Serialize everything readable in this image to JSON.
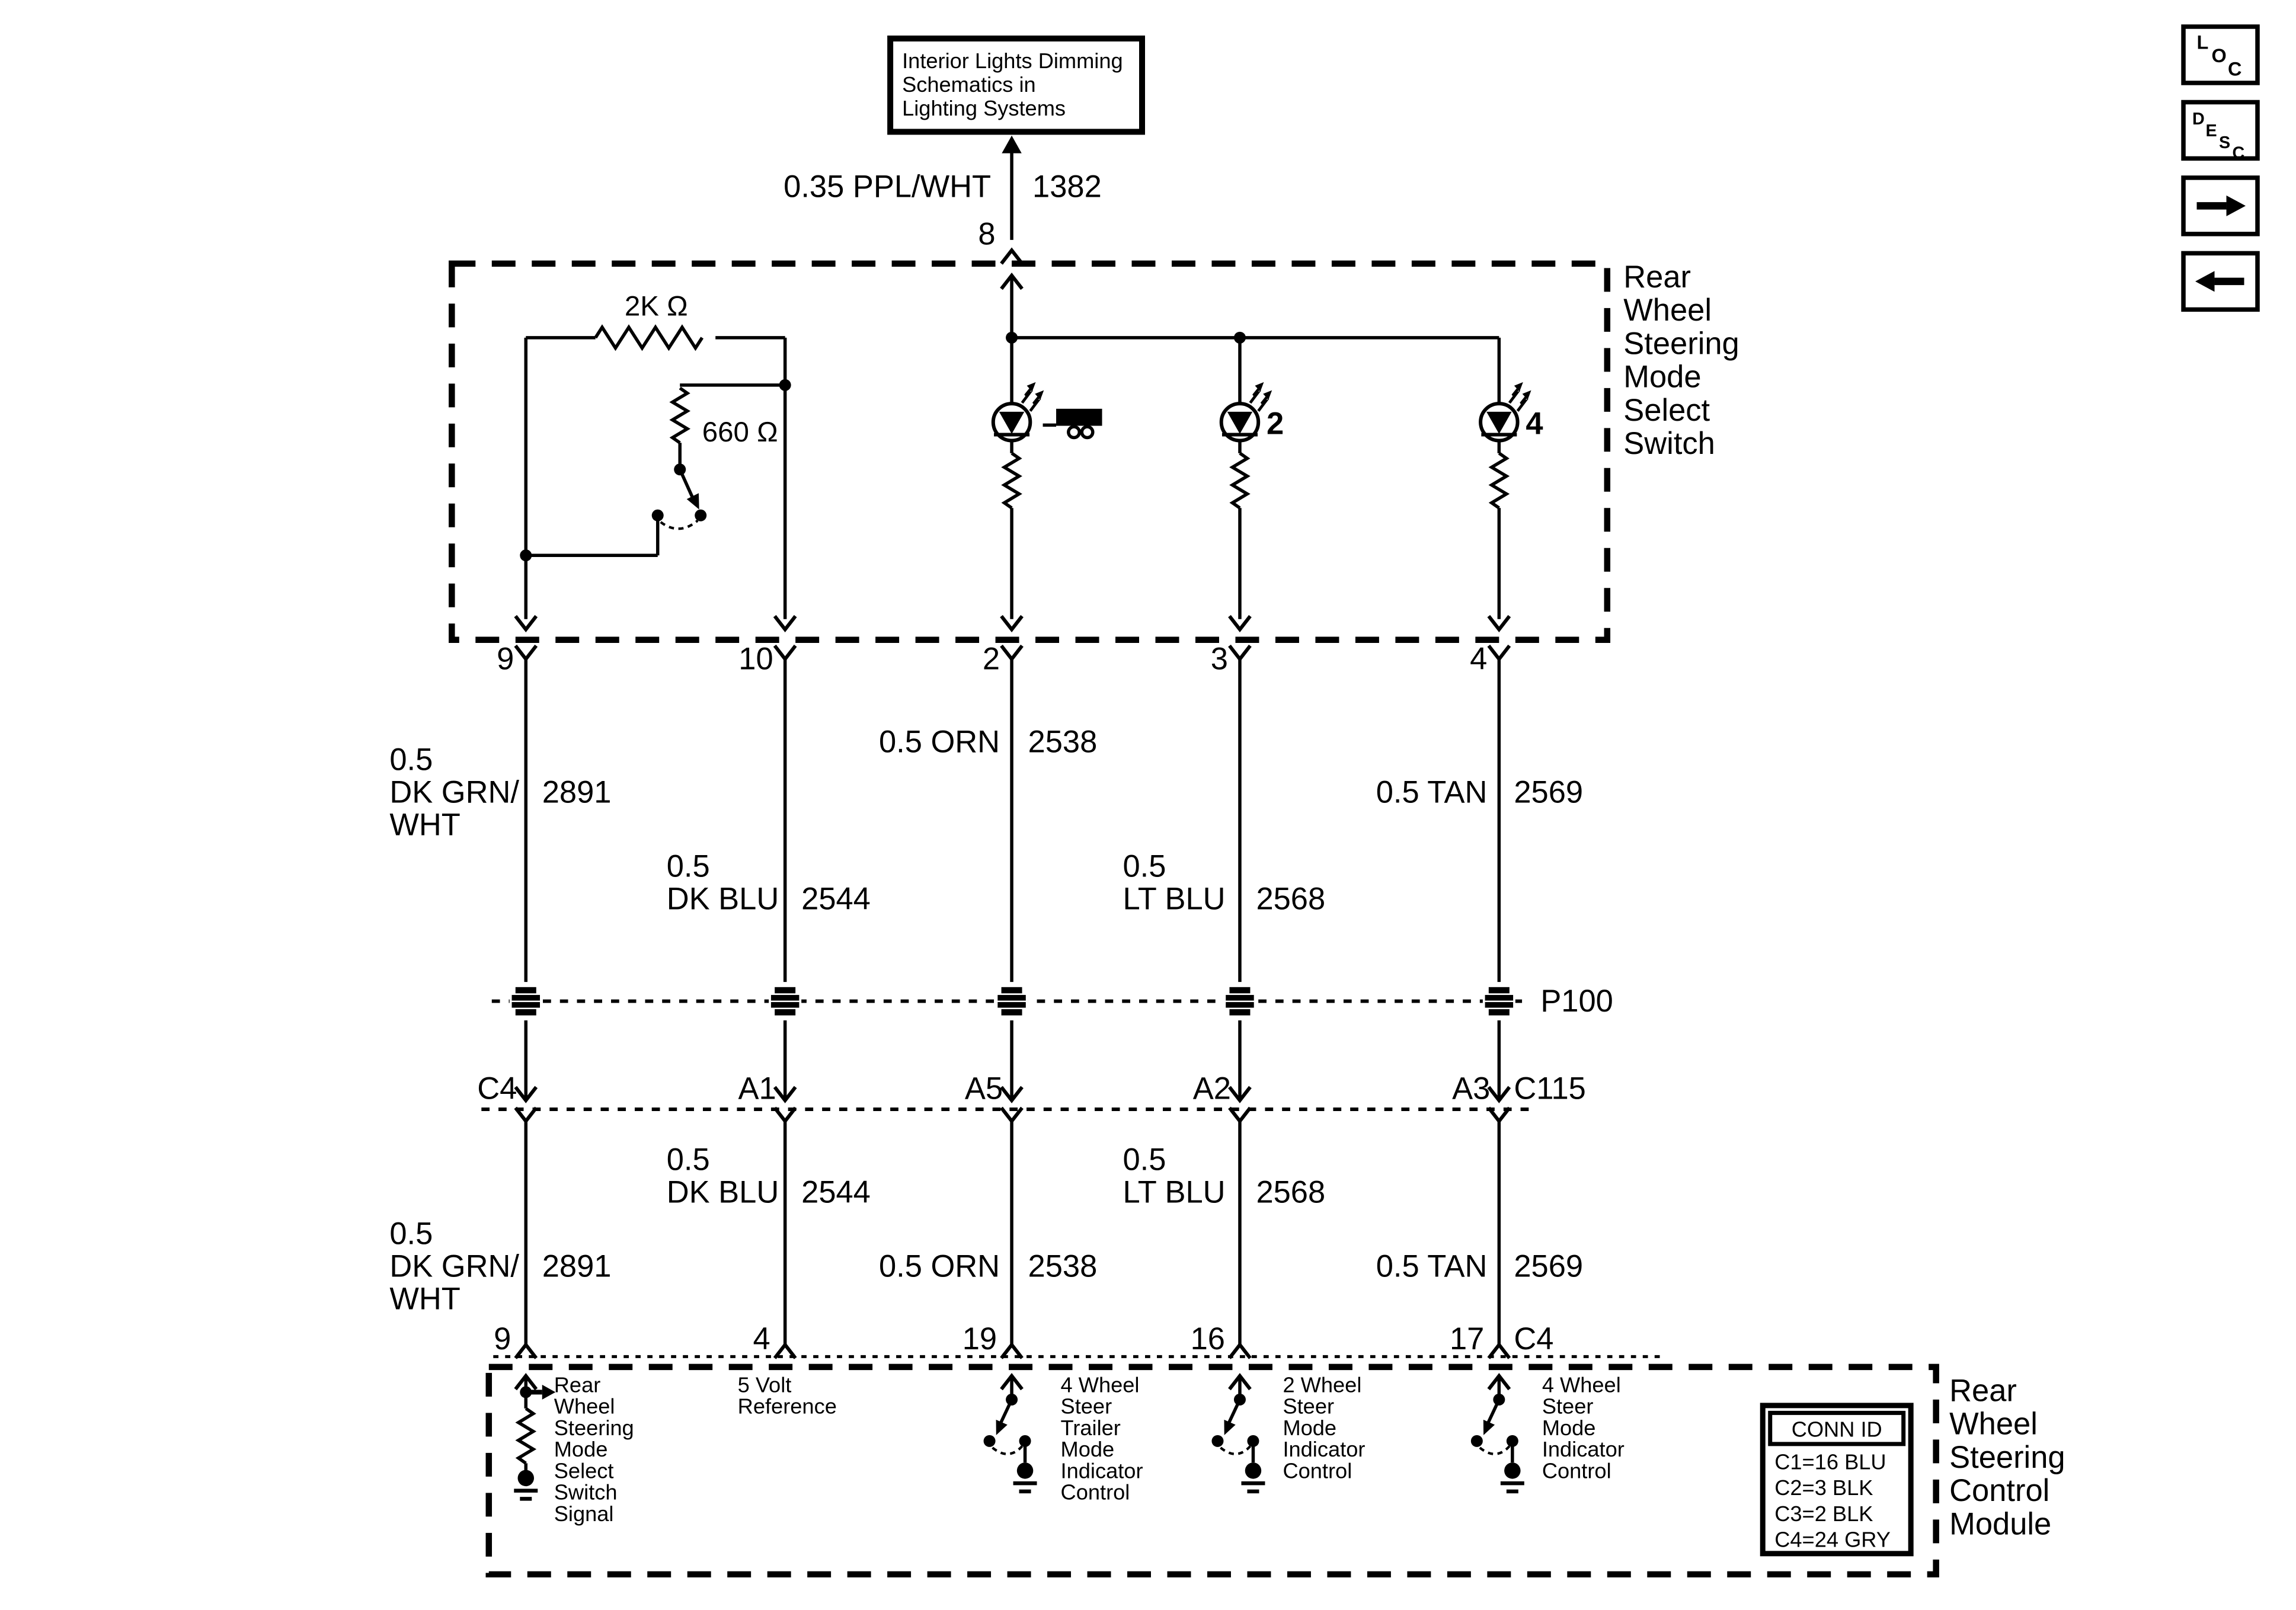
{
  "colors": {
    "ink": "#000000",
    "paper": "#ffffff"
  },
  "reference_box": {
    "lines": [
      "Interior Lights Dimming",
      "Schematics in",
      "Lighting Systems"
    ]
  },
  "feed": {
    "size_color": "0.35 PPL/WHT",
    "circuit": "1382",
    "pin": "8"
  },
  "nav": {
    "loc": [
      "L",
      "O",
      "C"
    ],
    "desc": [
      "D",
      "E",
      "S",
      "C"
    ]
  },
  "switch_box": {
    "title": [
      "Rear",
      "Wheel",
      "Steering",
      "Mode",
      "Select",
      "Switch"
    ],
    "r2k": "2K Ω",
    "r660": "660 Ω",
    "led2": "2",
    "led4": "4",
    "pins": [
      "9",
      "10",
      "2",
      "3",
      "4"
    ]
  },
  "rows": {
    "p100": "P100",
    "c115": "C115",
    "c115_pins": [
      "C4",
      "A1",
      "A5",
      "A2",
      "A3"
    ],
    "module_pins": [
      "9",
      "4",
      "19",
      "16",
      "17"
    ],
    "module_conn": "C4"
  },
  "wires_upper": [
    {
      "l1": "0.5",
      "l2": "DK GRN/",
      "l3": "WHT",
      "circuit": "2891"
    },
    {
      "l1": "0.5",
      "l2": "DK BLU",
      "circuit": "2544"
    },
    {
      "l1": "0.5 ORN",
      "circuit": "2538"
    },
    {
      "l1": "0.5",
      "l2": "LT BLU",
      "circuit": "2568"
    },
    {
      "l1": "0.5 TAN",
      "circuit": "2569"
    }
  ],
  "wires_lower": [
    {
      "l1": "0.5",
      "l2": "DK GRN/",
      "l3": "WHT",
      "circuit": "2891"
    },
    {
      "l1": "0.5",
      "l2": "DK BLU",
      "circuit": "2544"
    },
    {
      "l1": "0.5 ORN",
      "circuit": "2538"
    },
    {
      "l1": "0.5",
      "l2": "LT BLU",
      "circuit": "2568"
    },
    {
      "l1": "0.5 TAN",
      "circuit": "2569"
    }
  ],
  "module": {
    "title": [
      "Rear",
      "Wheel",
      "Steering",
      "Control",
      "Module"
    ],
    "fn": [
      {
        "lines": [
          "Rear",
          "Wheel",
          "Steering",
          "Mode",
          "Select",
          "Switch",
          "Signal"
        ]
      },
      {
        "lines": [
          "5 Volt",
          "Reference"
        ]
      },
      {
        "lines": [
          "4 Wheel",
          "Steer",
          "Trailer",
          "Mode",
          "Indicator",
          "Control"
        ]
      },
      {
        "lines": [
          "2 Wheel",
          "Steer",
          "Mode",
          "Indicator",
          "Control"
        ]
      },
      {
        "lines": [
          "4 Wheel",
          "Steer",
          "Mode",
          "Indicator",
          "Control"
        ]
      }
    ],
    "conn_id": {
      "title": "CONN ID",
      "rows": [
        "C1=16 BLU",
        "C2=3 BLK",
        "C3=2 BLK",
        "C4=24 GRY"
      ]
    }
  }
}
